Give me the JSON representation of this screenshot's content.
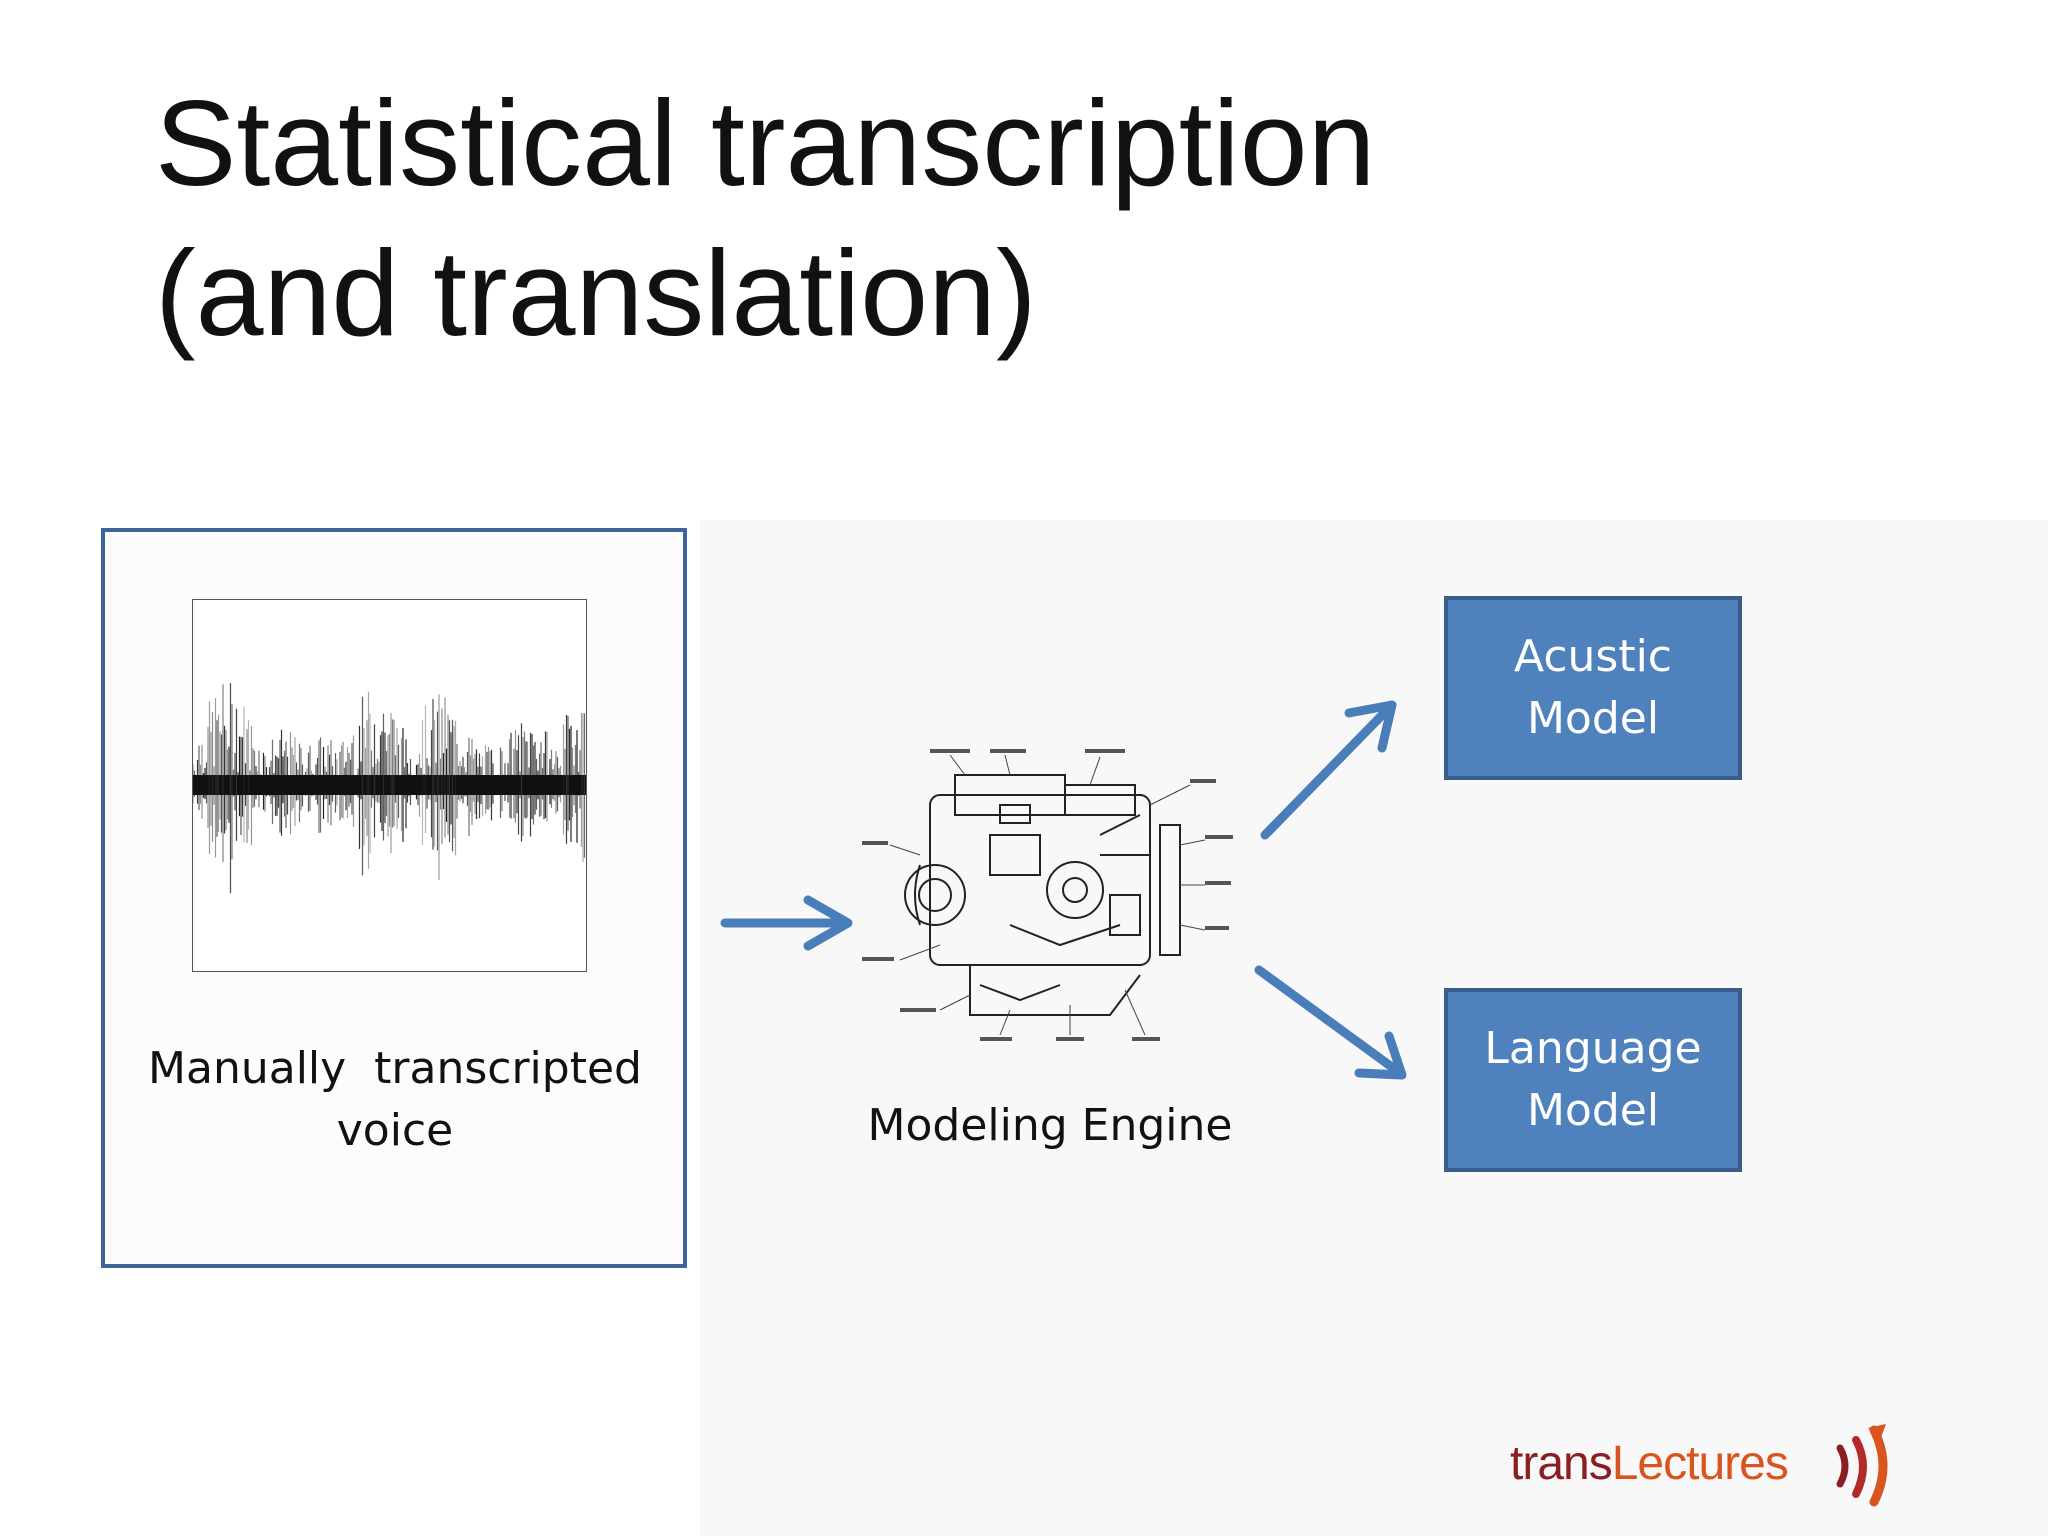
{
  "slide": {
    "title_line1": "Statistical transcription",
    "title_line2": "(and translation)"
  },
  "voice_panel": {
    "caption_line1": "Manually  transcripted",
    "caption_line2": "voice",
    "image": "audio-waveform"
  },
  "engine": {
    "caption": "Modeling Engine",
    "image": "engine-diagram"
  },
  "models": [
    {
      "line1": "Acustic",
      "line2": "Model"
    },
    {
      "line1": "Language",
      "line2": "Model"
    }
  ],
  "logo": {
    "trans": "trans",
    "lectures": "Lectures"
  },
  "colors": {
    "box_fill": "#4f81bd",
    "box_border": "#385d8a",
    "arrow": "#4a7ebb",
    "panel_border": "#3f6499",
    "logo_trans": "#8a1e23",
    "logo_lectures": "#d9541f"
  }
}
